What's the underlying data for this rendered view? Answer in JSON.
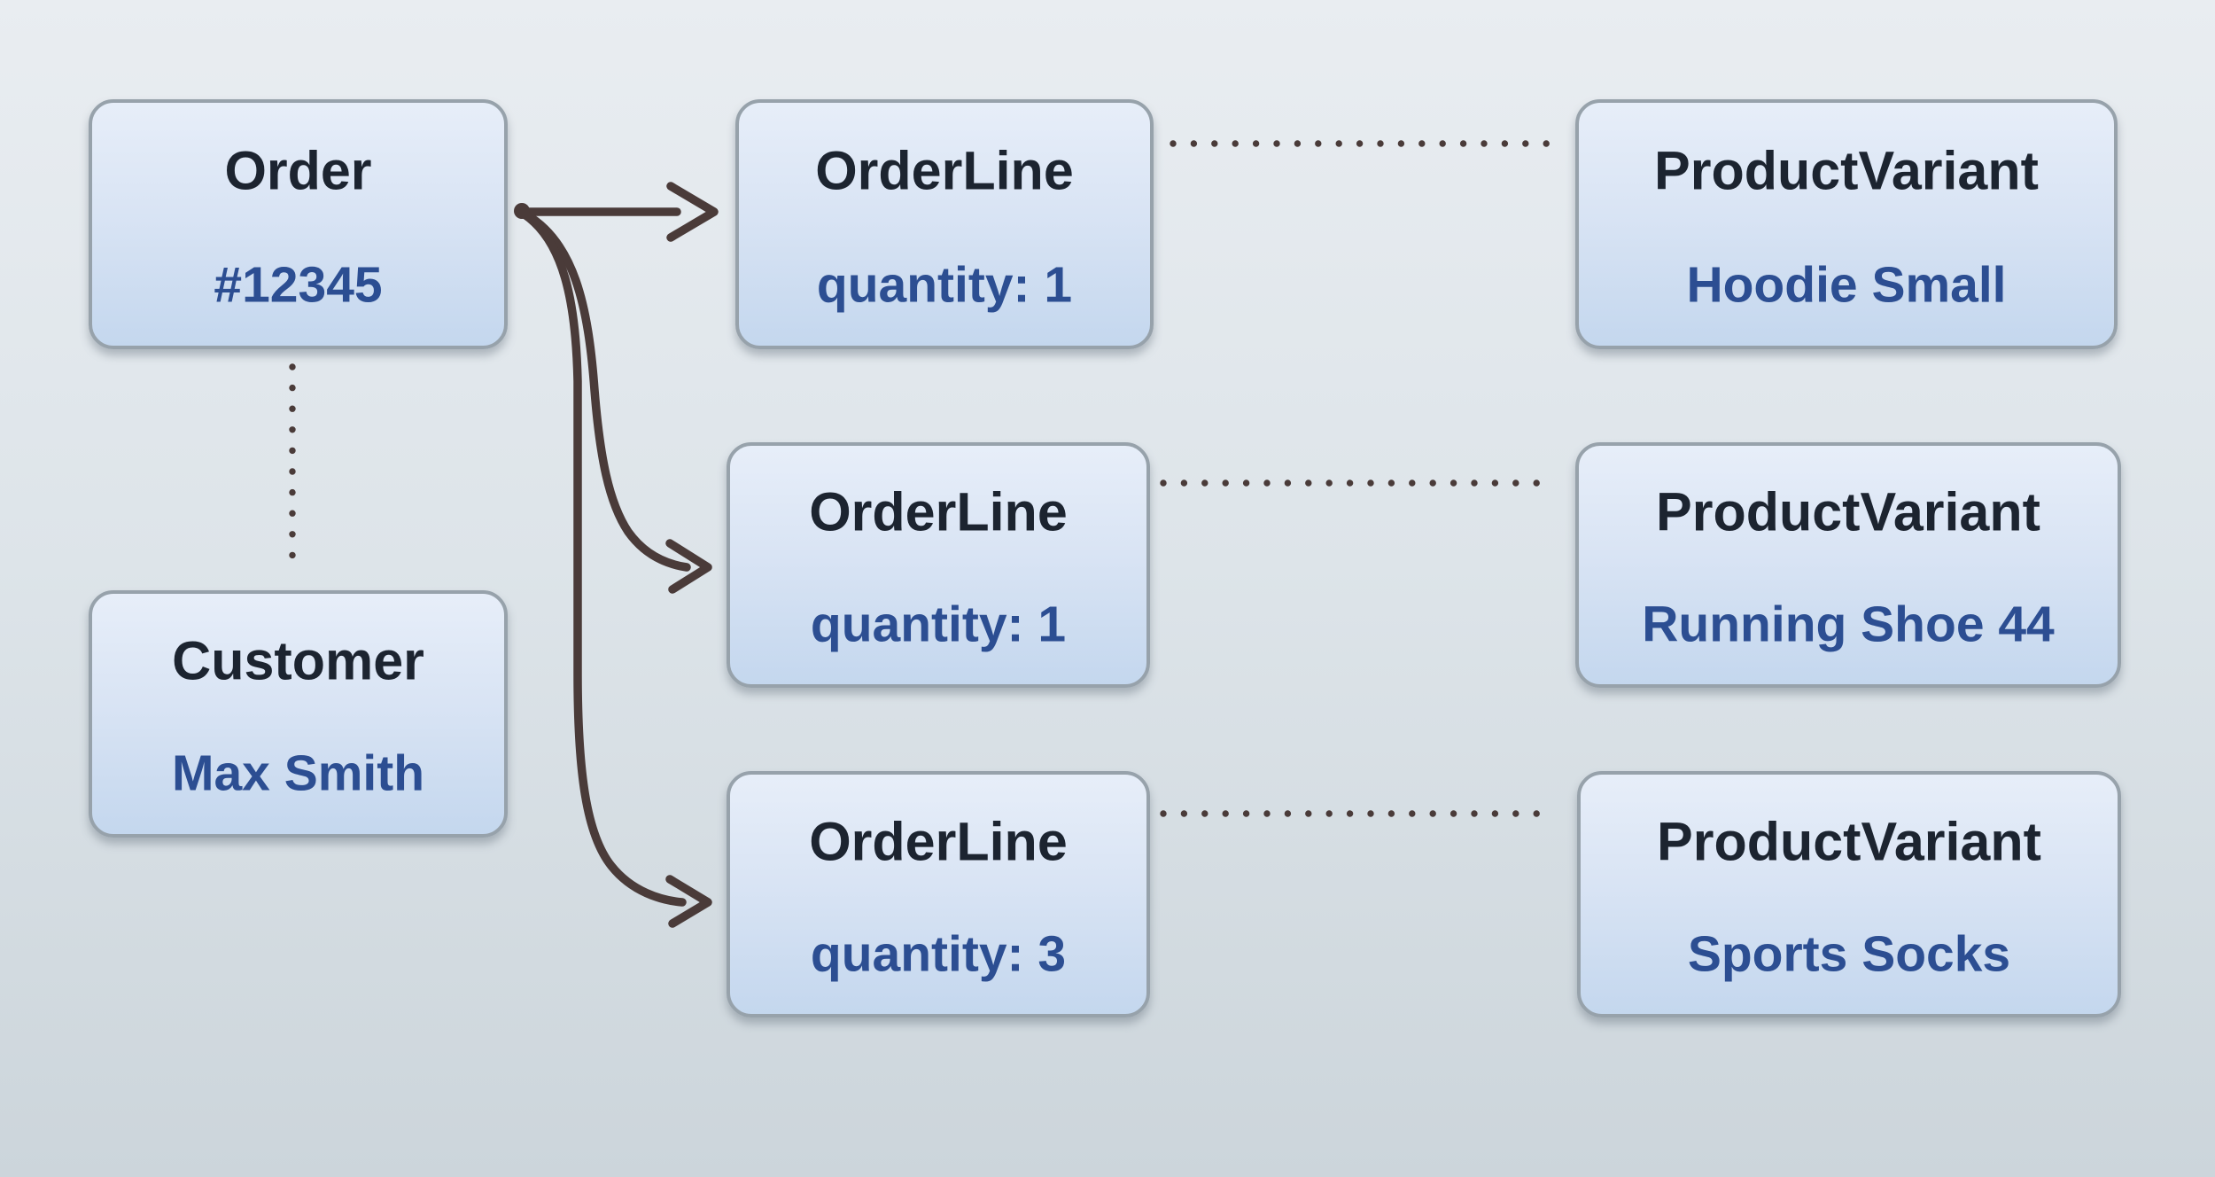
{
  "diagram": {
    "nodes": {
      "order": {
        "title": "Order",
        "value": "#12345"
      },
      "customer": {
        "title": "Customer",
        "value": "Max Smith"
      },
      "orderline1": {
        "title": "OrderLine",
        "value": "quantity: 1"
      },
      "orderline2": {
        "title": "OrderLine",
        "value": "quantity: 1"
      },
      "orderline3": {
        "title": "OrderLine",
        "value": "quantity: 3"
      },
      "productvariant1": {
        "title": "ProductVariant",
        "value": "Hoodie Small"
      },
      "productvariant2": {
        "title": "ProductVariant",
        "value": "Running Shoe 44"
      },
      "productvariant3": {
        "title": "ProductVariant",
        "value": "Sports Socks"
      }
    },
    "relations": {
      "solid_arrows": [
        {
          "from": "order",
          "to": "orderline1"
        },
        {
          "from": "order",
          "to": "orderline2"
        },
        {
          "from": "order",
          "to": "orderline3"
        }
      ],
      "dotted_links": [
        {
          "from": "order",
          "to": "customer"
        },
        {
          "from": "orderline1",
          "to": "productvariant1"
        },
        {
          "from": "orderline2",
          "to": "productvariant2"
        },
        {
          "from": "orderline3",
          "to": "productvariant3"
        }
      ]
    },
    "theme": {
      "title_color": "#1c2430",
      "value_color": "#2c4e92",
      "arrow_color": "#4a3b39",
      "box_border_color": "#97a2ab",
      "box_fill_top": "#e7eef9",
      "box_fill_bottom": "#c4d7ee",
      "background_top": "#e9edf1",
      "background_bottom": "#ccd5db"
    }
  }
}
